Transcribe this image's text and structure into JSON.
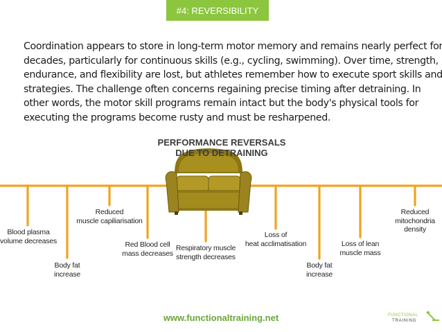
{
  "header": {
    "title": "#4: REVERSIBILITY"
  },
  "body": {
    "lines": [
      "Coordination appears to store in long-term motor memory and remains nearly perfect for",
      "decades, particularly for continuous skills (e.g., cycling, swimming). Over time, strength,",
      "endurance, and flexibility are lost, but athletes remember how to execute sport skills and",
      "strategies. The challenge often concerns regaining precise timing after detraining. In",
      "other words, the motor skill programs remain intact but the body's physical tools for",
      "executing the programs become rusty and must be resharpened."
    ]
  },
  "diagram": {
    "title_line1": "PERFORMANCE REVERSALS",
    "title_line2": "DUE TO DETRAINING",
    "accent_color": "#f0a31f",
    "couch_color": "#a08a1e",
    "labels": [
      {
        "l1": "Blood plasma",
        "l2": "volume decreases"
      },
      {
        "l1": "Body fat",
        "l2": "increase"
      },
      {
        "l1": "Reduced",
        "l2": "muscle capiliarisation"
      },
      {
        "l1": "Red Blood cell",
        "l2": "mass decreases"
      },
      {
        "l1": "Respiratory muscle",
        "l2": "strength decreases"
      },
      {
        "l1": "Loss of",
        "l2": "heat acclimatisation"
      },
      {
        "l1": "Body fat",
        "l2": "increase"
      },
      {
        "l1": "Loss of lean",
        "l2": "muscle mass"
      },
      {
        "l1": "Reduced",
        "l2": "mitochondria",
        "l3": "density"
      }
    ]
  },
  "footer": {
    "url": "www.functionaltraining.net",
    "logo_line1": "FUNCTIONAL",
    "logo_line2": "TRAINING"
  }
}
